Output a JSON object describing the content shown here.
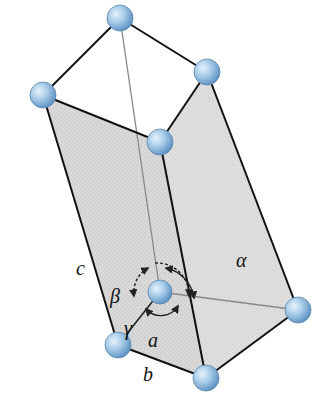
{
  "diagram": {
    "labels": [
      "c",
      "β",
      "α",
      "γ",
      "a",
      "b"
    ]
  }
}
